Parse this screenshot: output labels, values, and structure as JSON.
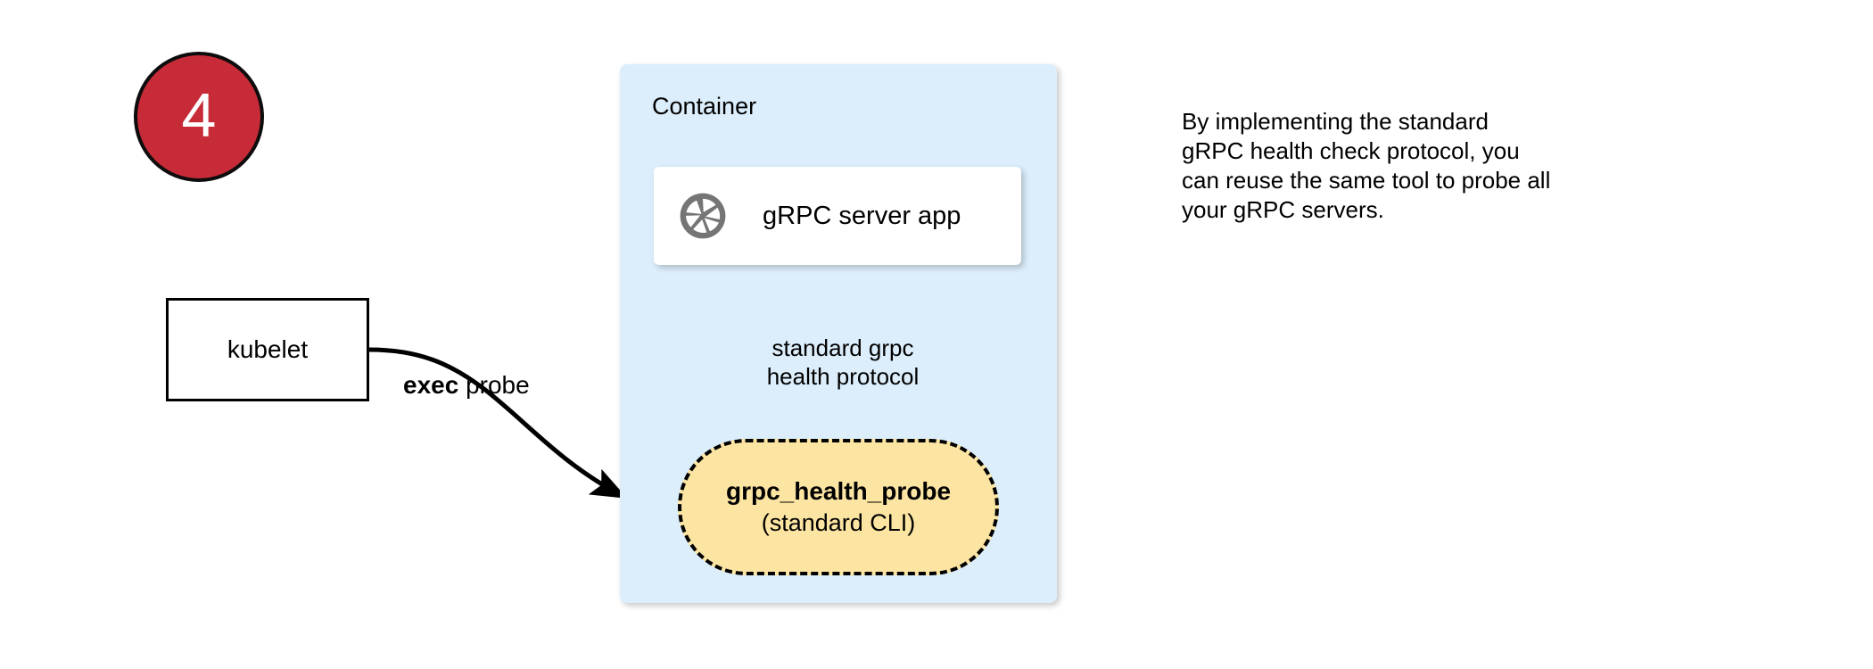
{
  "step": {
    "number": "4"
  },
  "kubelet": {
    "label": "kubelet"
  },
  "exec_probe": {
    "keyword": "exec",
    "rest": " probe"
  },
  "container": {
    "title": "Container",
    "fill_color": "#DCEEFB"
  },
  "server_card": {
    "icon": "aperture-icon",
    "label": "gRPC server app",
    "icon_color": "#757575"
  },
  "protocol_arrow": {
    "line1": "standard grpc",
    "line2": "health protocol"
  },
  "probe_node": {
    "title": "grpc_health_probe",
    "subtitle": "(standard CLI)",
    "fill_color": "#FCE5A2",
    "border_style": "dashed"
  },
  "caption": {
    "line1": "By implementing the standard",
    "line2": "gRPC health check protocol, you",
    "line3": "can reuse the same tool to probe all",
    "line4": "your gRPC servers."
  },
  "colors": {
    "badge_red": "#C62B37",
    "container_blue": "#DCEEFB",
    "probe_yellow": "#FCE5A2",
    "icon_gray": "#757575",
    "stroke_black": "#000000"
  }
}
